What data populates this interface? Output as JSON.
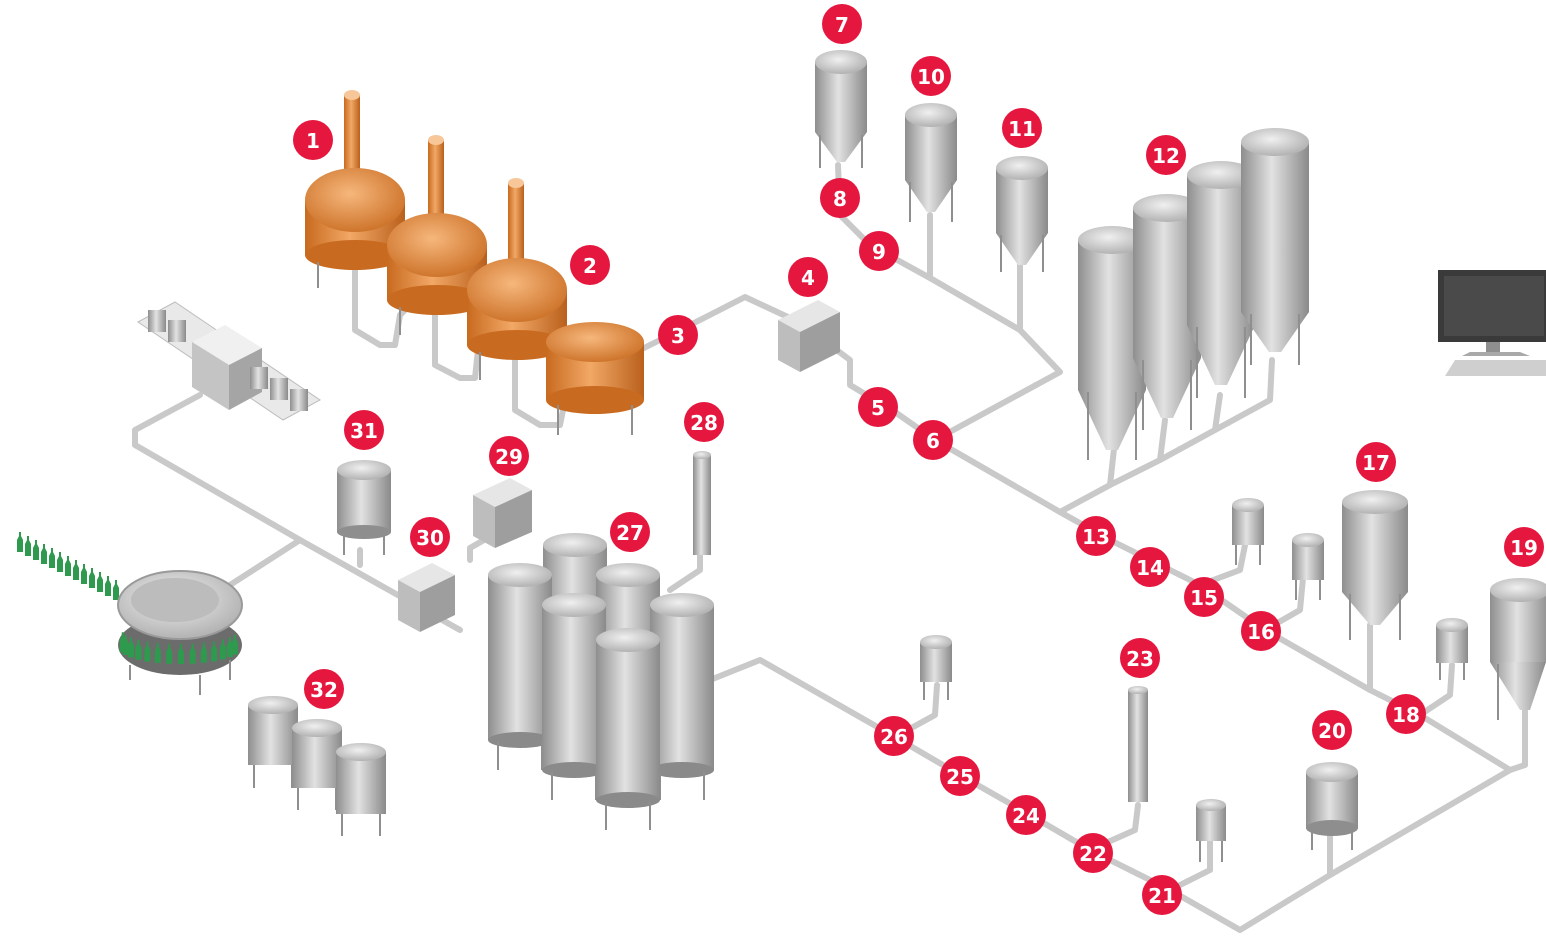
{
  "diagram": {
    "steps": [
      "1",
      "2",
      "3",
      "4",
      "5",
      "6",
      "7",
      "8",
      "9",
      "10",
      "11",
      "12",
      "13",
      "14",
      "15",
      "16",
      "17",
      "18",
      "19",
      "20",
      "21",
      "22",
      "23",
      "24",
      "25",
      "26",
      "27",
      "28",
      "29",
      "30",
      "31",
      "32"
    ]
  },
  "colors": {
    "badge": "#e5173f",
    "badge_text": "#ffffff",
    "pipe": "#c9c9c9",
    "copper": "#e0893a",
    "steel": "#b9b9b9",
    "bottle": "#2e9a4e",
    "monitor": "#3a3a3a"
  },
  "icons": {
    "computer": "computer-monitor-icon",
    "brewhouse": "brew-kettle-icon",
    "tank": "fermentation-tank-icon",
    "bottling": "bottling-carousel-icon"
  }
}
